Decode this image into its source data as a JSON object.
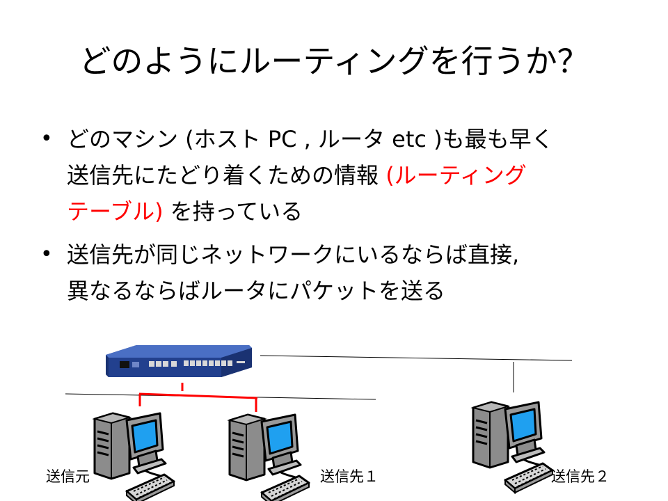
{
  "title": "どのようにルーティングを行うか？",
  "bullets": [
    {
      "marker": "•",
      "lines": [
        [
          {
            "text": "どのマシン (ホスト PC , ルータ etc )も最も早く"
          }
        ],
        [
          {
            "text": "送信先にたどり着くための情報 "
          },
          {
            "text": "(ルーティング",
            "color": "red"
          }
        ],
        [
          {
            "text": "テーブル)",
            "color": "red"
          },
          {
            "text": " を持っている"
          }
        ]
      ]
    },
    {
      "marker": "•",
      "lines": [
        [
          {
            "text": "送信先が同じネットワークにいるならば直接,"
          }
        ],
        [
          {
            "text": "異なるならばルータにパケットを送る"
          }
        ]
      ]
    }
  ],
  "diagram": {
    "nodes": {
      "source": "送信元",
      "dest1": "送信先１",
      "dest2": "送信先２"
    },
    "icons": [
      "router-icon",
      "computer-icon"
    ],
    "colors": {
      "router_body": "#22408e",
      "router_top": "#4a6fc4",
      "monitor_screen": "#1fa0f0",
      "tower": "#8a8a8a",
      "highlight_link": "#ff0000"
    }
  }
}
